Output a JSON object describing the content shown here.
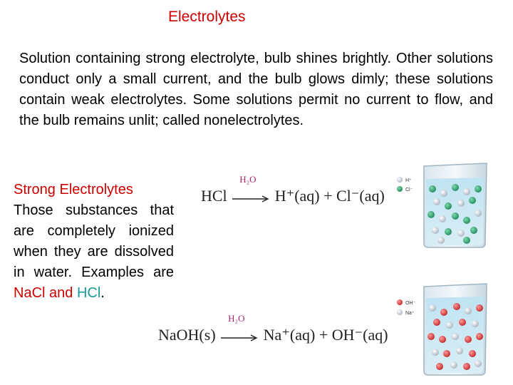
{
  "title": "Electrolytes",
  "intro": "Solution containing strong electrolyte, bulb shines brightly. Other solutions conduct only a small current, and the bulb glows dimly; these solutions contain weak electrolytes. Some solutions permit no current to flow, and the bulb remains unlit; called nonelectrolytes.",
  "strong": {
    "heading": "Strong Electrolytes",
    "body": "Those substances that are completely ionized when they are dissolved in water. Examples are",
    "example1": "NaCl",
    "and": "and",
    "example2": "HCl",
    "period": "."
  },
  "equation1": {
    "reactant": "HCl",
    "solvent": "H₂O",
    "products": "H⁺(aq) + Cl⁻(aq)"
  },
  "equation2": {
    "reactant": "NaOH(s)",
    "solvent": "H₂O",
    "products": "Na⁺(aq) + OH⁻(aq)"
  },
  "beaker1_legend": [
    "H⁺",
    "Cl⁻"
  ],
  "beaker2_legend": [
    "OH⁻",
    "Na⁺"
  ],
  "colors": {
    "title_red": "#cc0000",
    "hcl_teal": "#1a9a9a",
    "cation_gray": "#d8dde6",
    "anion_green": "#2a9a6a",
    "na_red": "#d63a3a"
  }
}
